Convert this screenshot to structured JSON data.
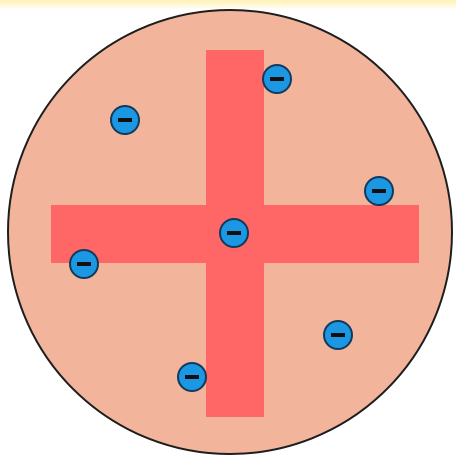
{
  "diagram": {
    "colors": {
      "sphere_fill": "#f2b59c",
      "sphere_stroke": "#1e1e1e",
      "plus_fill": "#ff6666",
      "electron_fill": "#1b97e3",
      "electron_stroke": "#123a5a",
      "minus_sign": "#111111",
      "top_glow": "#fff2b5"
    },
    "parts": {
      "sphere": "positive-charge-sphere",
      "plus_symbol": "positive-sign",
      "electron_symbol": "negative-sign"
    },
    "electron_count": 7
  }
}
